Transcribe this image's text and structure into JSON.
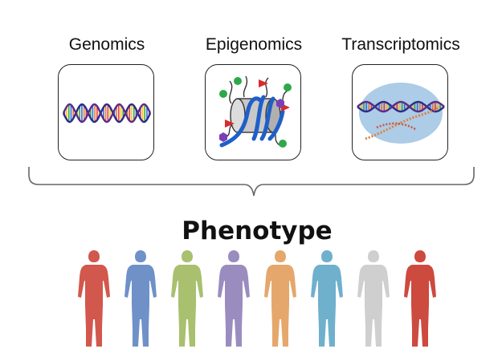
{
  "omics": [
    {
      "label": "Genomics",
      "icon": "dna-double-helix-icon"
    },
    {
      "label": "Epigenomics",
      "icon": "nucleosome-histone-icon"
    },
    {
      "label": "Transcriptomics",
      "icon": "rna-transcription-icon"
    }
  ],
  "phenotype": {
    "label": "Phenotype",
    "figure_icon": "human-silhouette-icon",
    "figure_colors": [
      "#d2574c",
      "#6f91c8",
      "#a9c06f",
      "#9b8cc0",
      "#e5a76b",
      "#6fb0cc",
      "#cfcfcf",
      "#cd4a3f"
    ]
  },
  "colors": {
    "histone_core": "#c8c8c8",
    "dna_strand": "#1f5fc8",
    "methyl_mark": "#2fa84a",
    "acetyl_mark": "#d92b2b",
    "phospho_mark": "#7b3fb5",
    "cell_blob": "#9dc3e3"
  }
}
